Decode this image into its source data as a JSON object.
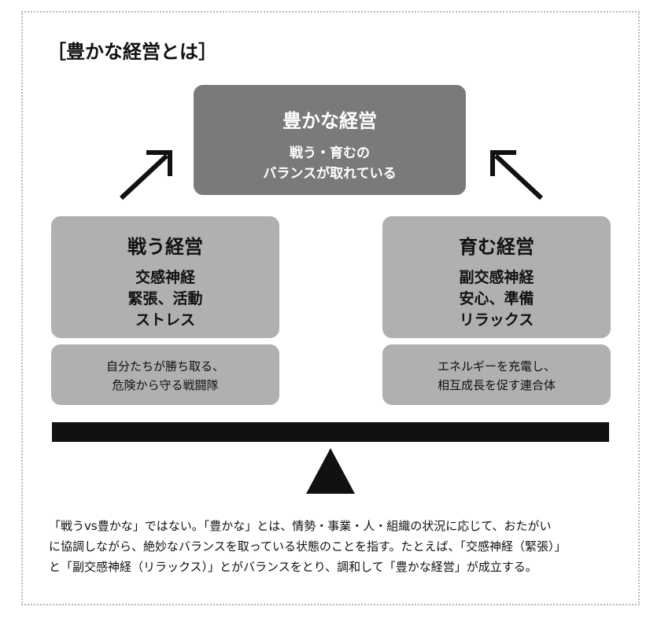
{
  "heading": "［豊かな経営とは］",
  "top_box": {
    "title": "豊かな経営",
    "lines": [
      "戦う・育むの",
      "バランスが取れている"
    ]
  },
  "left_box": {
    "title": "戦う経営",
    "lines": [
      "交感神経",
      "緊張、活動",
      "ストレス"
    ],
    "desc": [
      "自分たちが勝ち取る、",
      "危険から守る戦闘隊"
    ]
  },
  "right_box": {
    "title": "育む経営",
    "lines": [
      "副交感神経",
      "安心、準備",
      "リラックス"
    ],
    "desc": [
      "エネルギーを充電し、",
      "相互成長を促す連合体"
    ]
  },
  "icons": {
    "left_arrow": "arrow-up-right-icon",
    "right_arrow": "arrow-up-left-icon"
  },
  "colors": {
    "top_box": "#7a7a7a",
    "side_box": "#b0b0b0",
    "beam": "#111111"
  },
  "paragraph": [
    "「戦うvs豊かな」ではない。「豊かな」とは、情勢・事業・人・組織の状況に応じて、おたがい",
    "に協調しながら、絶妙なバランスを取っている状態のことを指す。たとえば、「交感神経（緊張）」",
    "と「副交感神経（リラックス）」とがバランスをとり、調和して「豊かな経営」が成立する。"
  ]
}
